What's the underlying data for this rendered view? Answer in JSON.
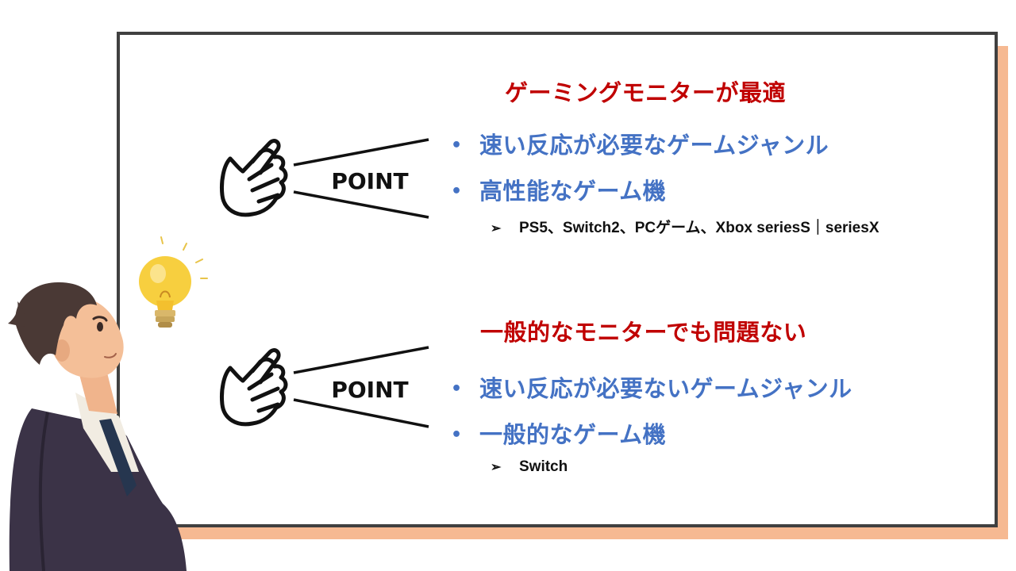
{
  "section1": {
    "heading": "ゲーミングモニターが最適",
    "point_label": "POINT",
    "bullets": [
      "速い反応が必要なゲームジャンル",
      "高性能なゲーム機"
    ],
    "sub_items": [
      "PS5、Switch2、PCゲーム、Xbox seriesS｜seriesX"
    ]
  },
  "section2": {
    "heading": "一般的なモニターでも問題ない",
    "point_label": "POINT",
    "bullets": [
      "速い反応が必要ないゲームジャンル",
      "一般的なゲーム機"
    ],
    "sub_items": [
      "Switch"
    ]
  },
  "markers": {
    "bullet": "•",
    "arrow": "➢"
  },
  "colors": {
    "heading": "#c00000",
    "bullet": "#4472c4",
    "board_border": "#404040",
    "shadow_panel": "#f6b992"
  },
  "icons": [
    "pointing-hand-icon",
    "lightbulb-icon"
  ]
}
